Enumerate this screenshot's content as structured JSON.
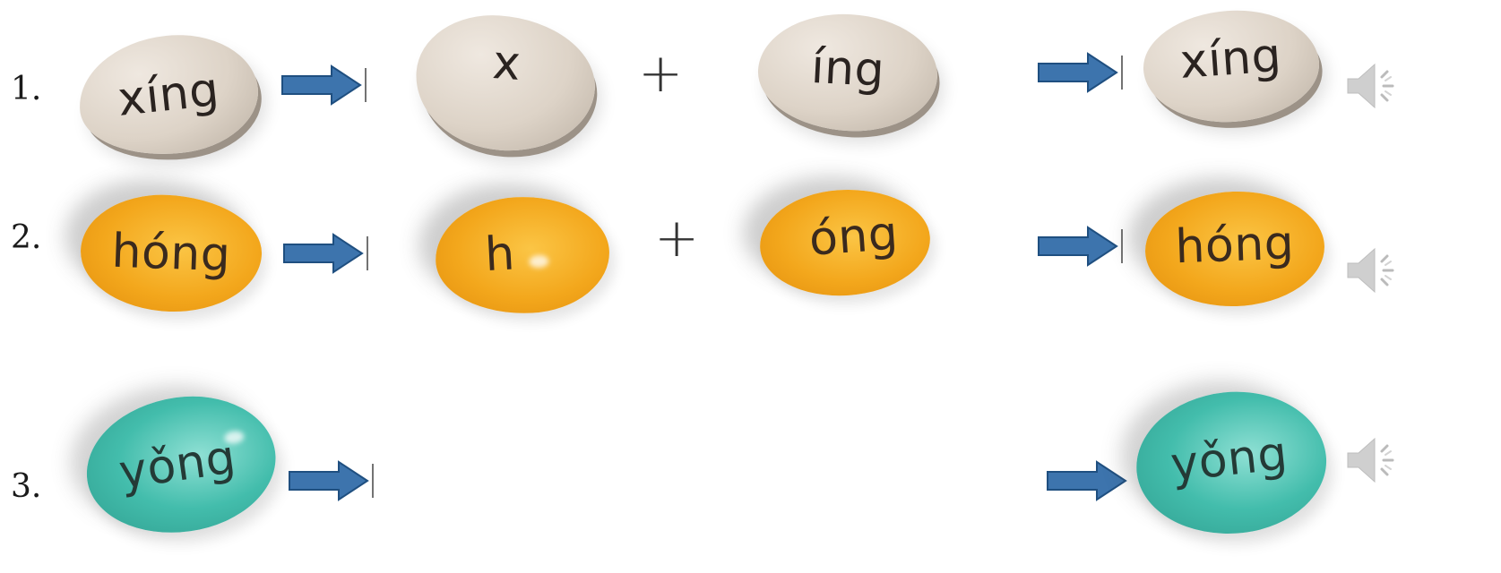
{
  "rows": [
    {
      "number": "1.",
      "syllable": "xíng",
      "initial": "x",
      "final": "íng",
      "result": "xíng",
      "color": "gray"
    },
    {
      "number": "2.",
      "syllable": "hóng",
      "initial": "h",
      "final": "óng",
      "result": "hóng",
      "color": "orange"
    },
    {
      "number": "3.",
      "syllable": "yǒng",
      "result": "yǒng",
      "color": "teal"
    }
  ],
  "plus_sign": "+",
  "icons": {
    "arrow": "arrow-right-icon",
    "speaker": "speaker-icon"
  },
  "colors": {
    "arrow_fill": "#3d74ad",
    "arrow_stroke": "#1f4f80",
    "bean_gray": "#dbd1c5",
    "bean_orange": "#f3a71c",
    "bean_teal": "#43bdac",
    "speaker": "#c9c9c9"
  }
}
